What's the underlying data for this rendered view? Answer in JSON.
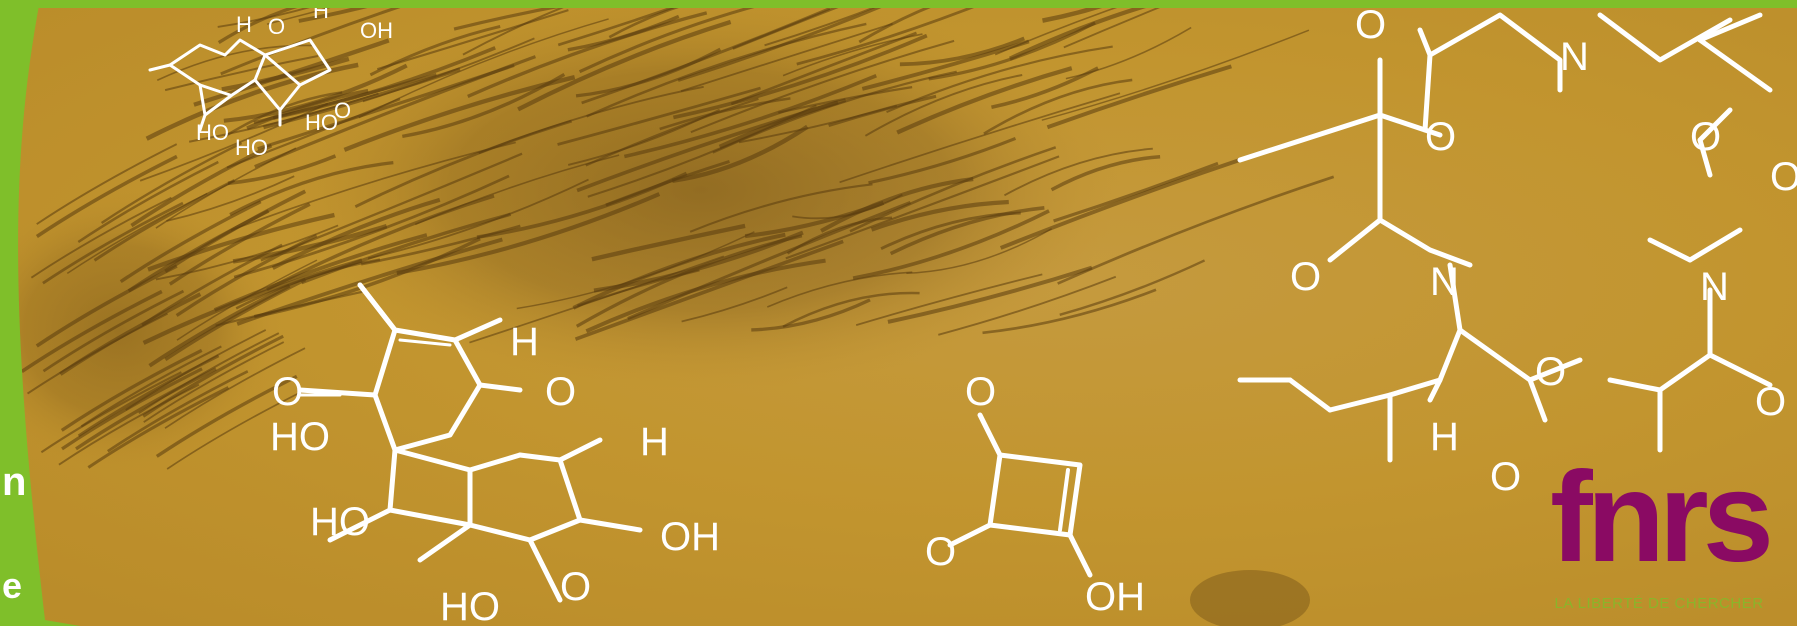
{
  "banner": {
    "accent_color": "#7fbf2a",
    "background_color": "#c2952f",
    "left_panel_text": [
      "n",
      "e"
    ]
  },
  "molecules": {
    "top_left_labels": [
      "H",
      "O",
      "H",
      "OH",
      "O",
      "HO",
      "HO",
      "HO"
    ],
    "center_left_labels": [
      "H",
      "O",
      "H",
      "O",
      "HO",
      "HO",
      "HO",
      "O",
      "OH"
    ],
    "squaric_labels": [
      "O",
      "O",
      "OH"
    ],
    "right_labels": [
      "O",
      "N",
      "O",
      "O",
      "O",
      "N",
      "N",
      "H",
      "O",
      "O",
      "O",
      "O"
    ]
  },
  "logo": {
    "text": "fnrs",
    "tagline": "LA LIBERTÉ DE CHERCHER",
    "color": "#8a0a63",
    "tagline_color": "#8ab52a"
  }
}
